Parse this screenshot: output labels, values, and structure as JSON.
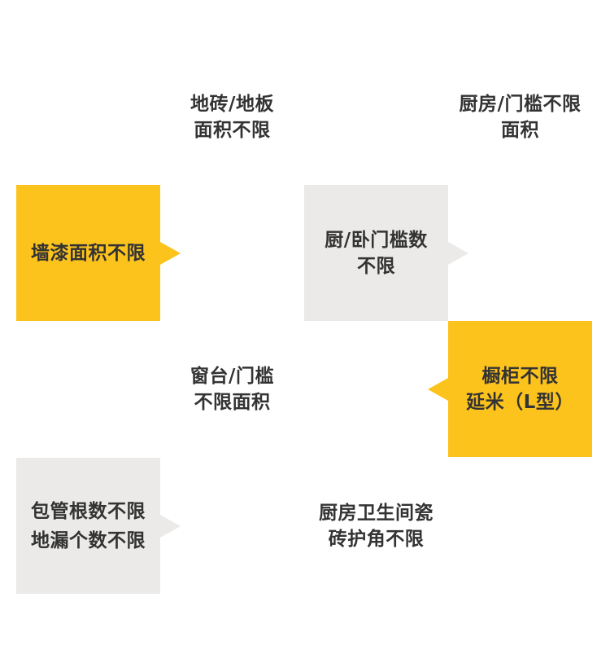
{
  "cells": {
    "floor_tile": {
      "line1": "地砖/地板",
      "line2": "面积不限"
    },
    "kitchen_threshold": {
      "line1": "厨房/门槛不限",
      "line2": "面积"
    },
    "wall_paint": {
      "line1": "墙漆面积不限"
    },
    "door_stone": {
      "line1": "厨/卧门槛数",
      "line2": "不限"
    },
    "window_sill": {
      "line1": "窗台/门槛",
      "line2": "不限面积"
    },
    "cabinet": {
      "line1": "橱柜不限",
      "line2": "延米（L型）"
    },
    "pipe_drain": {
      "line1": "包管根数不限",
      "line2": "地漏个数不限"
    },
    "tile_corner": {
      "line1": "厨房卫生间瓷",
      "line2": "砖护角不限"
    }
  },
  "colors": {
    "yellow": "#fdc31d",
    "gray": "#ebeae8",
    "text": "#333333"
  }
}
